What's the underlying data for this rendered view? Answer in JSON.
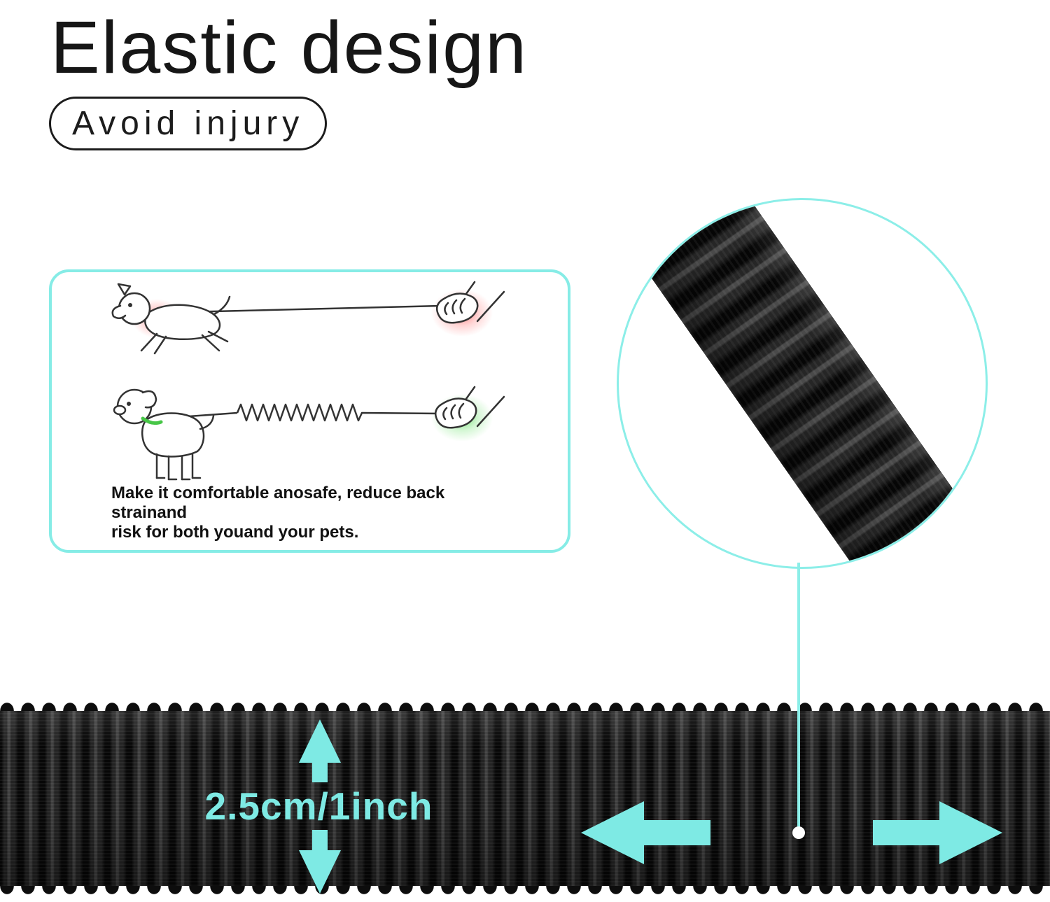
{
  "header": {
    "title": "Elastic design",
    "badge": "Avoid injury"
  },
  "card": {
    "caption_line1": "Make it comfortable anosafe, reduce back strainand",
    "caption_line2": "risk for both youand your pets."
  },
  "strap": {
    "measurement": "2.5cm/1inch"
  },
  "colors": {
    "accent_cyan": "#7EEAE4",
    "strap_black": "#0D0D0D",
    "strain_red": "#FF5A5A",
    "relaxed_green": "#4ED44E"
  },
  "icons": {
    "vertical_arrow": "up-down-arrow-icon",
    "left_arrow": "left-arrow-icon",
    "right_arrow": "right-arrow-icon",
    "magnifier": "magnifier-circle"
  }
}
